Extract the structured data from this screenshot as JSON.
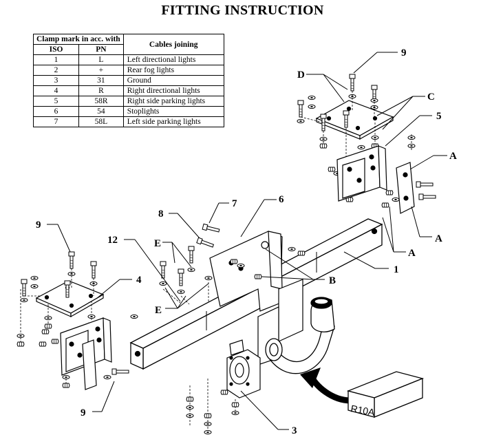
{
  "title": "FITTING INSTRUCTION",
  "legend": {
    "header_clamp": "Clamp mark in acc. with",
    "header_cables": "Cables joining",
    "header_iso": "ISO",
    "header_pn": "PN",
    "rows": [
      {
        "iso": "1",
        "pn": "L",
        "desc": "Left directional lights"
      },
      {
        "iso": "2",
        "pn": "+",
        "desc": "Rear fog lights"
      },
      {
        "iso": "3",
        "pn": "31",
        "desc": "Ground"
      },
      {
        "iso": "4",
        "pn": "R",
        "desc": "Right directional lights"
      },
      {
        "iso": "5",
        "pn": "58R",
        "desc": "Right side parking lights"
      },
      {
        "iso": "6",
        "pn": "54",
        "desc": "Stoplights"
      },
      {
        "iso": "7",
        "pn": "58L",
        "desc": "Left side parking lights"
      }
    ]
  },
  "callouts": {
    "n9_top": "9",
    "d": "D",
    "c": "C",
    "n5": "5",
    "a_upper": "A",
    "a_right": "A",
    "a_lower": "A",
    "n7": "7",
    "n6": "6",
    "n8": "8",
    "n12": "12",
    "e_upper": "E",
    "e_lower": "E",
    "n4": "4",
    "n9_left": "9",
    "b": "B",
    "n1": "1",
    "n9_bottom": "9",
    "n3": "3"
  },
  "box_tag": "R10A"
}
